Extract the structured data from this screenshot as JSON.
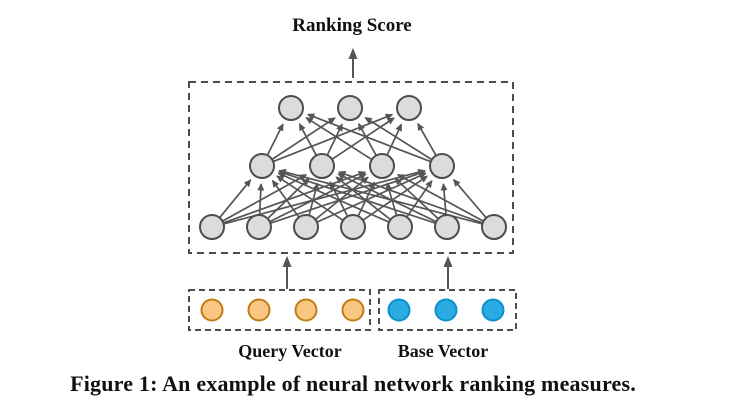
{
  "figure": {
    "output_label": "Ranking Score",
    "caption": "Figure 1: An example of neural network ranking measures.",
    "network": {
      "node_fill": "#DCDCDC",
      "node_stroke": "#4D4D4D",
      "line_color": "#555555",
      "dash_color": "#4D4D4D",
      "layers": [
        {
          "name": "top-hidden-layer",
          "count": 3
        },
        {
          "name": "middle-hidden-layer",
          "count": 4
        },
        {
          "name": "input-layer",
          "count": 7
        }
      ]
    },
    "inputs": [
      {
        "name": "query-vector",
        "label": "Query Vector",
        "count": 4,
        "fill": "#FAC782",
        "stroke": "#C07C15"
      },
      {
        "name": "base-vector",
        "label": "Base Vector",
        "count": 3,
        "fill": "#2AACE3",
        "stroke": "#0D8ECF"
      }
    ]
  }
}
